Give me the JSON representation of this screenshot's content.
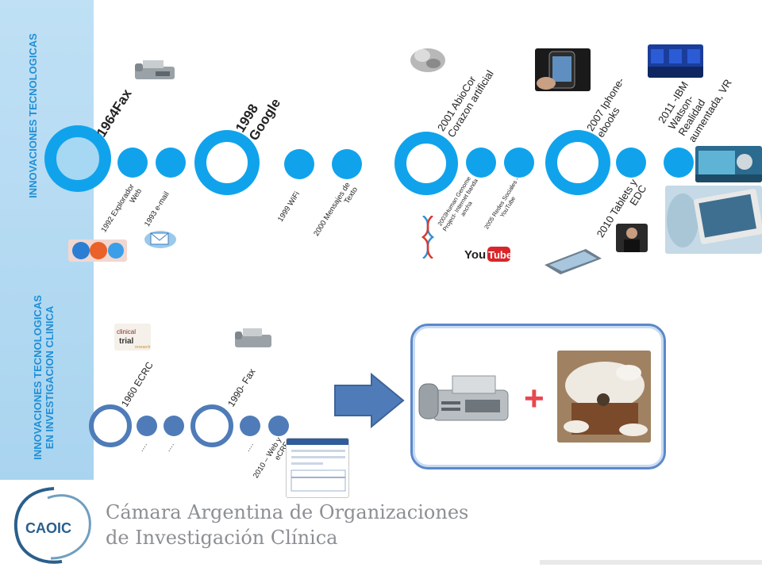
{
  "sections": {
    "top_label": "INNOVACIONES TECNOLOGICAS",
    "bottom_label_line1": "INNOVACIONES TECNOLOGICAS",
    "bottom_label_line2": "EN INVESTIGACION CLINICA"
  },
  "top_timeline": {
    "fax_1964": "1964Fax",
    "explorer_1992": "1992 Explorador Web",
    "email_1993": "1993 e-mail",
    "google_1998": "1998 Google",
    "wifi_1999": "1999 WiFi",
    "sms_2000": "2000 Mensajes de Texto",
    "abiocor_2001": "2001 AbioCor Corazon artificial",
    "genome_2003": "2003Human Genome Project- Internet banda ancha",
    "social_2005": "2005 Redes Sociales - YouTube",
    "iphone_2007": "2007 Iphone- ebooks",
    "tablets_2010": "2010 Tablets y EDC",
    "watson_2011": "2011 -IBM Watson- Realidad aumentada, VR",
    "youtube_logo": "YouTube"
  },
  "bottom_timeline": {
    "ecrc_1960": "1960 ECRC",
    "dots_1": "….",
    "dots_2": "….",
    "fax_1990": "1990- Fax",
    "dots_3": "….",
    "web_2010": "2010 – Web y eCRF",
    "wordcloud_main": "clinical trial"
  },
  "result": {
    "plus": "+"
  },
  "footer": {
    "logo_text": "CAOIC",
    "line1": "Cámara Argentina de Organizaciones",
    "line2": "de Investigación Clínica"
  },
  "colors": {
    "accent": "#10a3ec",
    "bottom_accent": "#4f7cb8",
    "sidebar": "#bfe0f5",
    "label": "#1f8fd6",
    "plus": "#e8484e"
  }
}
